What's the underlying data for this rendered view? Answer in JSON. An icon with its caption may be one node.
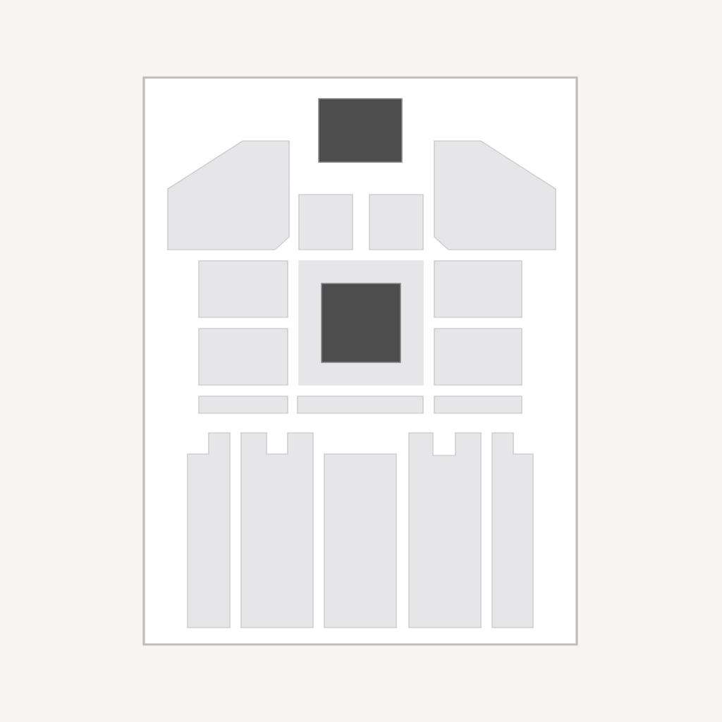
{
  "diagram": {
    "nodes": [
      {
        "text": [],
        "shape": "box"
      },
      {
        "text": [],
        "shape": "polygon"
      },
      {
        "text": [],
        "shape": "polygon"
      },
      {
        "text": [],
        "shape": "box"
      },
      {
        "text": [],
        "shape": "box"
      },
      {
        "text": [],
        "shape": "box"
      },
      {
        "text": [],
        "shape": "box"
      },
      {
        "text": [],
        "shape": "box",
        "in": 6
      },
      {
        "text": [],
        "shape": "box"
      },
      {
        "text": [],
        "shape": "box"
      },
      {
        "text": [],
        "shape": "box"
      },
      {
        "text": [],
        "shape": "box"
      },
      {
        "text": [],
        "shape": "box"
      },
      {
        "text": [],
        "shape": "box"
      },
      {
        "text": [],
        "shape": "bar"
      },
      {
        "text": [],
        "shape": "bar"
      },
      {
        "text": [],
        "shape": "bar"
      },
      {
        "text": [],
        "shape": "bar"
      },
      {
        "text": [],
        "shape": "bar"
      }
    ]
  }
}
